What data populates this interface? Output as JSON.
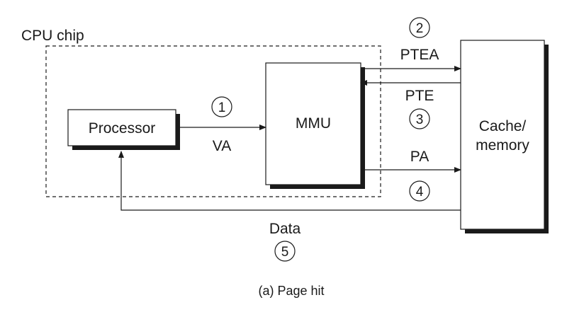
{
  "diagram": {
    "chip_label": "CPU chip",
    "processor_label": "Processor",
    "mmu_label": "MMU",
    "memory_label_line1": "Cache/",
    "memory_label_line2": "memory",
    "steps": [
      {
        "number": "1",
        "label": "VA"
      },
      {
        "number": "2",
        "label": "PTEA"
      },
      {
        "number": "3",
        "label": "PTE"
      },
      {
        "number": "4",
        "label": "PA"
      },
      {
        "number": "5",
        "label": "Data"
      }
    ],
    "caption": "(a) Page hit",
    "colors": {
      "ink": "#1a1a1a",
      "shadow": "#1a1a1a",
      "background": "#ffffff"
    }
  }
}
